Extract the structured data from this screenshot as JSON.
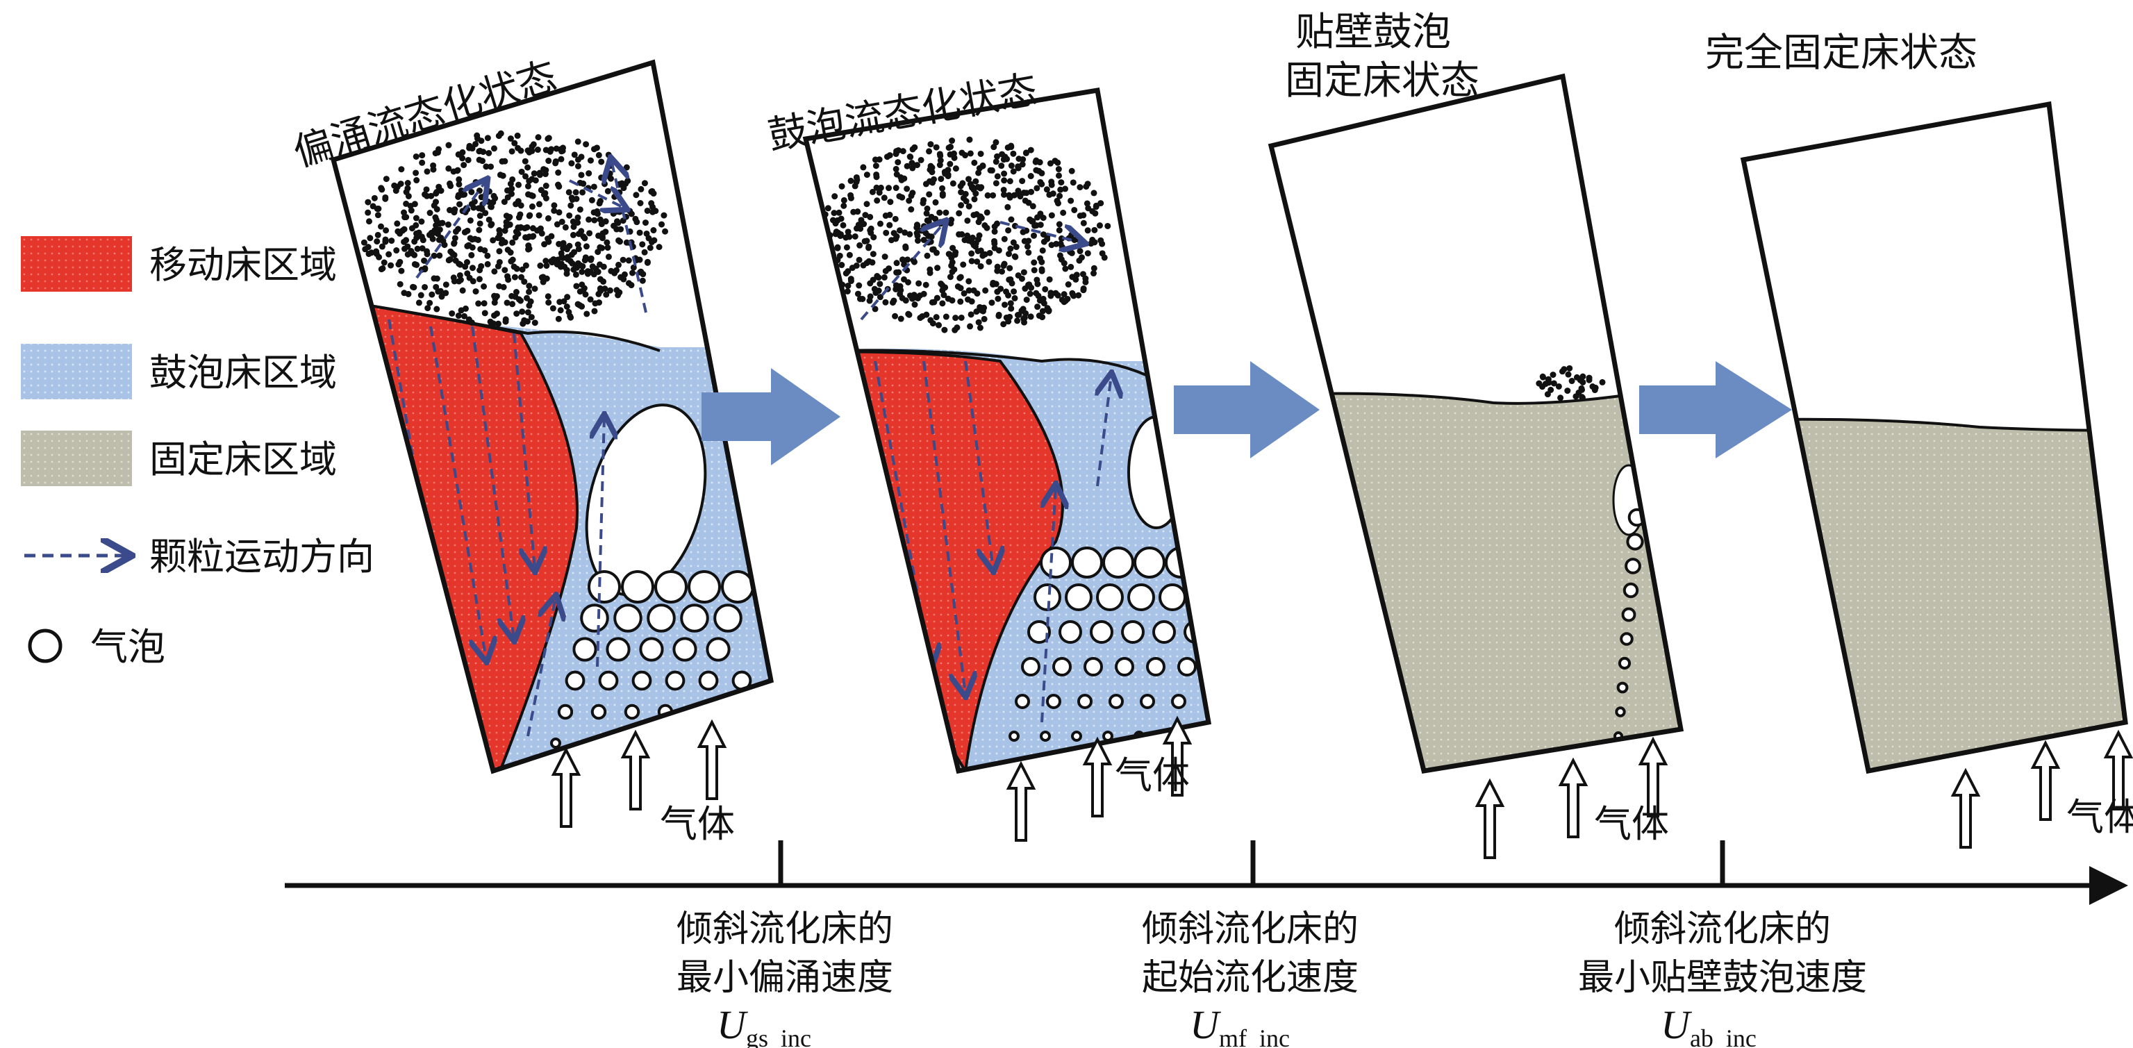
{
  "legend": {
    "moving_bed": "移动床区域",
    "bubbling_bed": "鼓泡床区域",
    "fixed_bed": "固定床区域",
    "particle_direction": "颗粒运动方向",
    "bubble": "气泡"
  },
  "panels": [
    {
      "title": "偏涌流态化状态",
      "gas": "气体"
    },
    {
      "title": "鼓泡流态化状态",
      "gas": "气体"
    },
    {
      "title_line1": "贴壁鼓泡",
      "title_line2": "固定床状态",
      "gas": "气体"
    },
    {
      "title": "完全固定床状态",
      "gas": "气体"
    }
  ],
  "timeline": [
    {
      "line1": "倾斜流化床的",
      "line2": "最小偏涌速度",
      "symbol": "U",
      "sub": "gs_inc"
    },
    {
      "line1": "倾斜流化床的",
      "line2": "起始流化速度",
      "symbol": "U",
      "sub": "mf_inc"
    },
    {
      "line1": "倾斜流化床的",
      "line2": "最小贴壁鼓泡速度",
      "symbol": "U",
      "sub": "ab_inc"
    }
  ],
  "colors": {
    "moving": "#e5362c",
    "bubbling": "#a8c3e6",
    "fixed": "#bebcaa",
    "arrow": "#6a8cc3",
    "dash": "#3a4a8a"
  }
}
